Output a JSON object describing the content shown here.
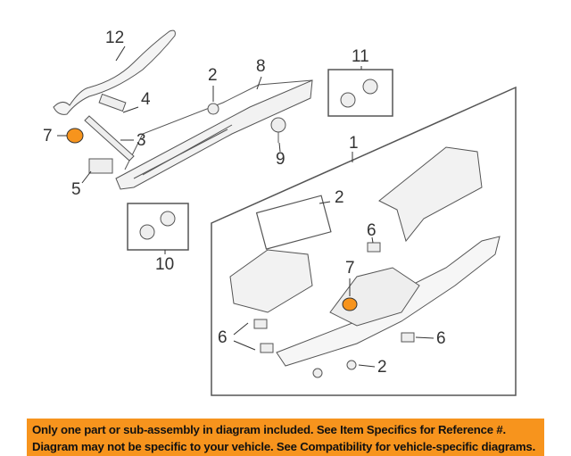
{
  "callouts": {
    "c12": "12",
    "c8": "8",
    "c2a": "2",
    "c11": "11",
    "c4": "4",
    "c3": "3",
    "c7a": "7",
    "c9": "9",
    "c5": "5",
    "c1": "1",
    "c2b": "2",
    "c6a": "6",
    "c10": "10",
    "c7b": "7",
    "c6b": "6",
    "c6c": "6",
    "c2c": "2"
  },
  "banner": {
    "line1": "Only one part or sub-assembly in diagram included. See Item Specifics for Reference #.",
    "line2": "Diagram may not be specific to your vehicle. See Compatibility for vehicle-specific diagrams."
  },
  "colors": {
    "highlight": "#f7941d",
    "line": "#555555"
  }
}
